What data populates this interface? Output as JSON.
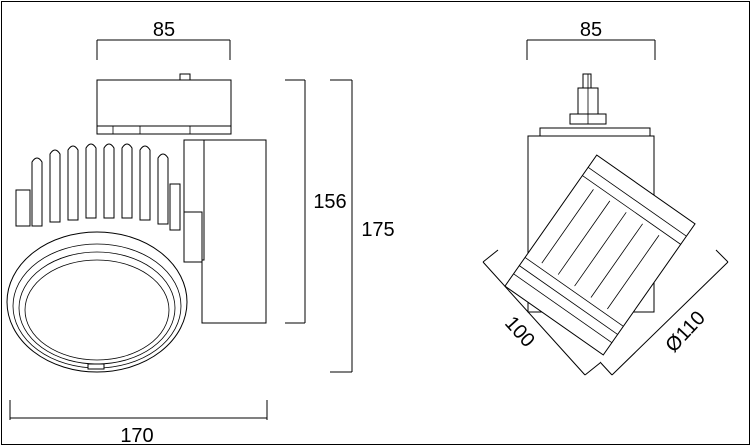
{
  "drawing": {
    "side_view": {
      "adapter_width": "85",
      "body_height": "156",
      "total_height": "175",
      "total_length": "170"
    },
    "front_view": {
      "adapter_width": "85",
      "head_length": "100",
      "head_diameter": "Ø110"
    }
  },
  "colors": {
    "line": "#000000",
    "background": "#ffffff"
  }
}
